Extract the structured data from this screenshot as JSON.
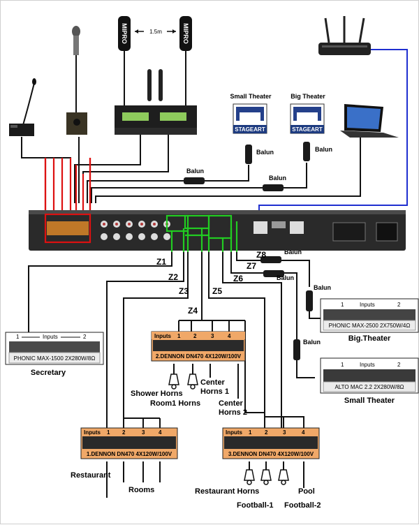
{
  "wireless": {
    "mic_brand": "MIPRO",
    "distance": "1.5m"
  },
  "venues": {
    "small_theater": "Small Theater",
    "big_theater": "Big Theater",
    "stageart": "STAGEART"
  },
  "baluns": {
    "label": "Balun"
  },
  "zones": [
    "Z1",
    "Z2",
    "Z3",
    "Z4",
    "Z5",
    "Z6",
    "Z7",
    "Z8"
  ],
  "amps": {
    "inputs_label": "Inputs",
    "phonic1500": {
      "model": "PHONIC MAX-1500  2X280W/8Ω",
      "caption": "Secretary"
    },
    "phonic2500": {
      "model": "PHONIC MAX-2500  2X750W/4Ω",
      "caption": "Big.Theater"
    },
    "alto": {
      "model": "ALTO MAC 2.2  2X280W/8Ω",
      "caption": "Small Theater"
    },
    "dn2": {
      "model": "2.DENNON DN470  4X120W/100V"
    },
    "dn1": {
      "model": "1.DENNON DN470  4X120W/100V"
    },
    "dn3": {
      "model": "3.DENNON DN470  4X120W/100V"
    },
    "in1": "Inputs",
    "ch": [
      "1",
      "2",
      "3",
      "4"
    ]
  },
  "outputs": {
    "shower_horns": "Shower Horns",
    "room1_horns": "Room1 Horns",
    "center_horns_1a": "Center",
    "center_horns_1b": "Horns 1",
    "center_horns_2a": "Center",
    "center_horns_2b": "Horns 2",
    "restaurant": "Restaurant",
    "rooms": "Rooms",
    "restaurant_horns": "Restaurant Horns",
    "football1": "Football-1",
    "football2": "Football-2",
    "pool": "Pool"
  },
  "colors": {
    "analog_input_wires": "#dd1111",
    "zone_output_wires": "#22cc22",
    "network_wire": "#1f2fd0",
    "amp_header": "#f0a868"
  }
}
